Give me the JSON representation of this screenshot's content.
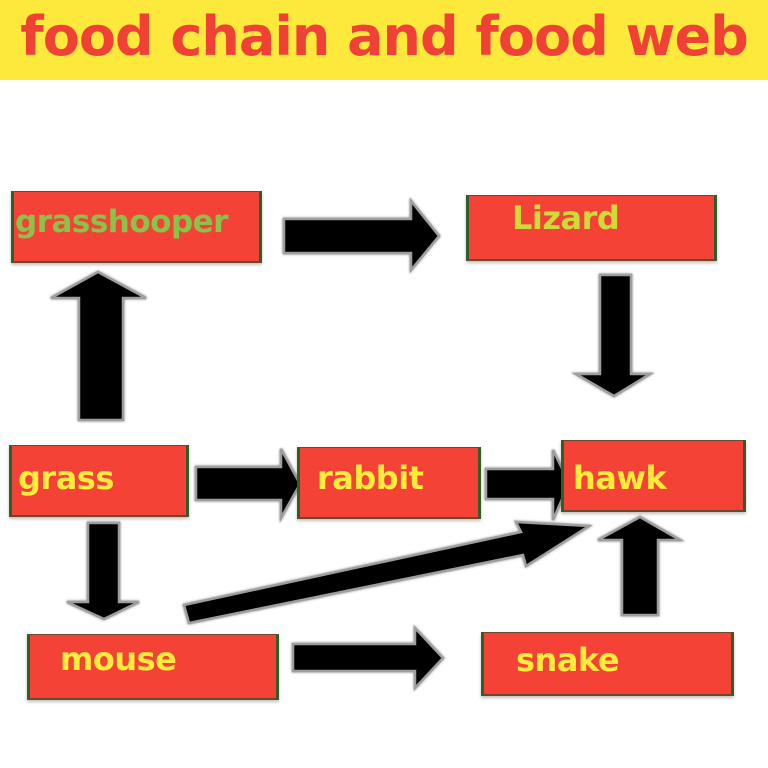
{
  "title": "food chain and food web",
  "colors": {
    "title_background": "#FDE93B",
    "title_text": "#EF4136",
    "node_fill": "#F44336",
    "node_border": "#2E5E2A",
    "label_yellow": "#FFEB3B",
    "label_green": "#8BC34A",
    "label_lime": "#CDDC39",
    "arrow_fill": "#000000",
    "arrow_outline": "#9E9E9E"
  },
  "nodes": {
    "grasshopper": {
      "label": "grasshooper"
    },
    "lizard": {
      "label": "Lizard"
    },
    "grass": {
      "label": "grass"
    },
    "rabbit": {
      "label": "rabbit"
    },
    "hawk": {
      "label": "hawk"
    },
    "mouse": {
      "label": "mouse"
    },
    "snake": {
      "label": "snake"
    }
  },
  "edges": [
    {
      "from": "grass",
      "to": "grasshooper"
    },
    {
      "from": "grasshooper",
      "to": "Lizard"
    },
    {
      "from": "Lizard",
      "to": "hawk"
    },
    {
      "from": "grass",
      "to": "rabbit"
    },
    {
      "from": "rabbit",
      "to": "hawk"
    },
    {
      "from": "grass",
      "to": "mouse"
    },
    {
      "from": "mouse",
      "to": "hawk"
    },
    {
      "from": "mouse",
      "to": "snake"
    },
    {
      "from": "snake",
      "to": "hawk"
    }
  ]
}
